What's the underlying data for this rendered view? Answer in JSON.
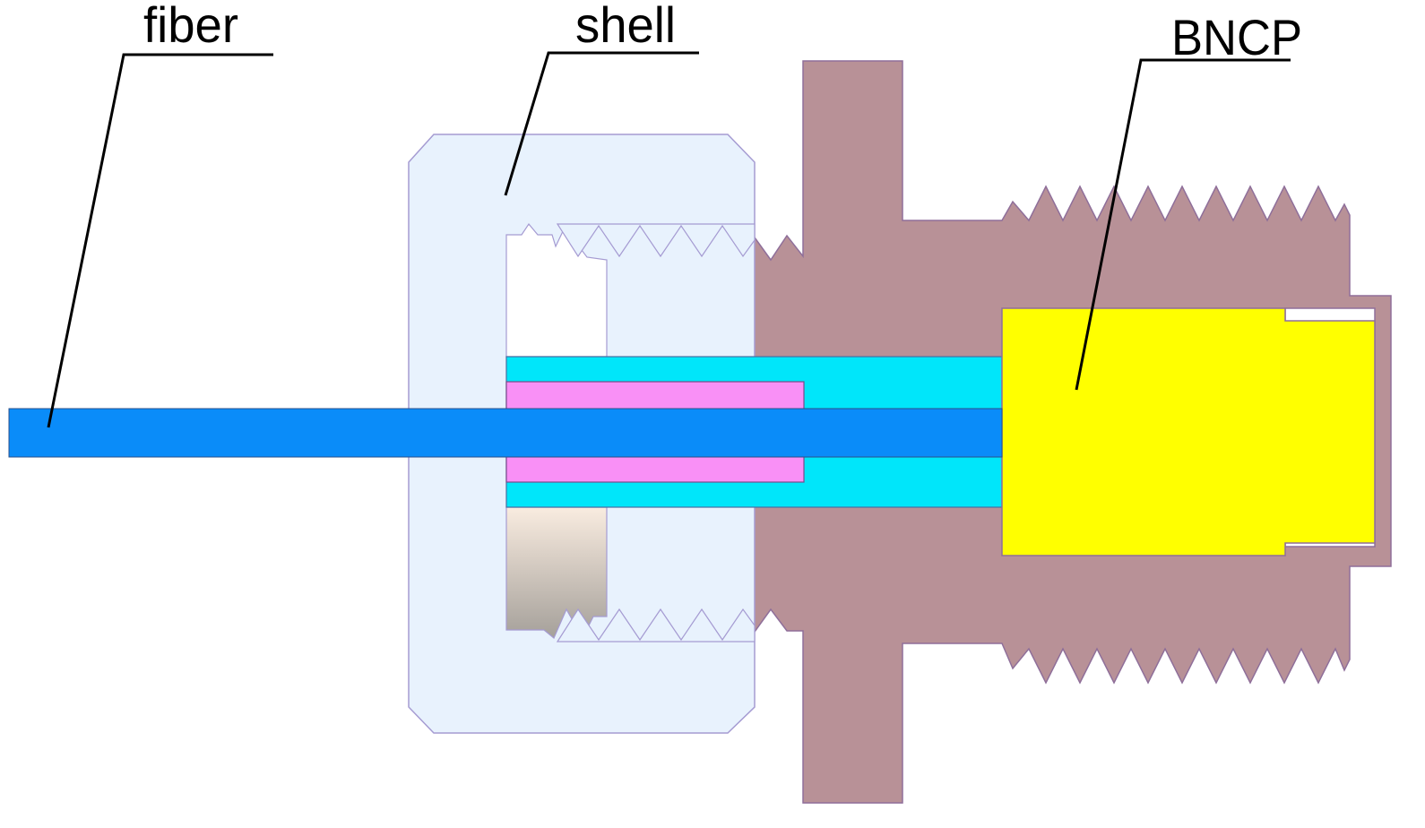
{
  "labels": {
    "fiber": "fiber",
    "shell": "shell",
    "bncp": "BNCP"
  },
  "colors": {
    "fiber": "#0a8cf9",
    "shell": "#e8f2fd",
    "shell_outline": "#a59bd2",
    "body": "#b89197",
    "body_outline": "#8f6f9a",
    "bncp": "#ffff00",
    "sleeve": "#00e6fa",
    "ferrule": "#f990f6",
    "gap": "#ffffff",
    "gradient_top": "#f9ece0",
    "gradient_bottom": "#a5a09a",
    "leader": "#000000"
  }
}
